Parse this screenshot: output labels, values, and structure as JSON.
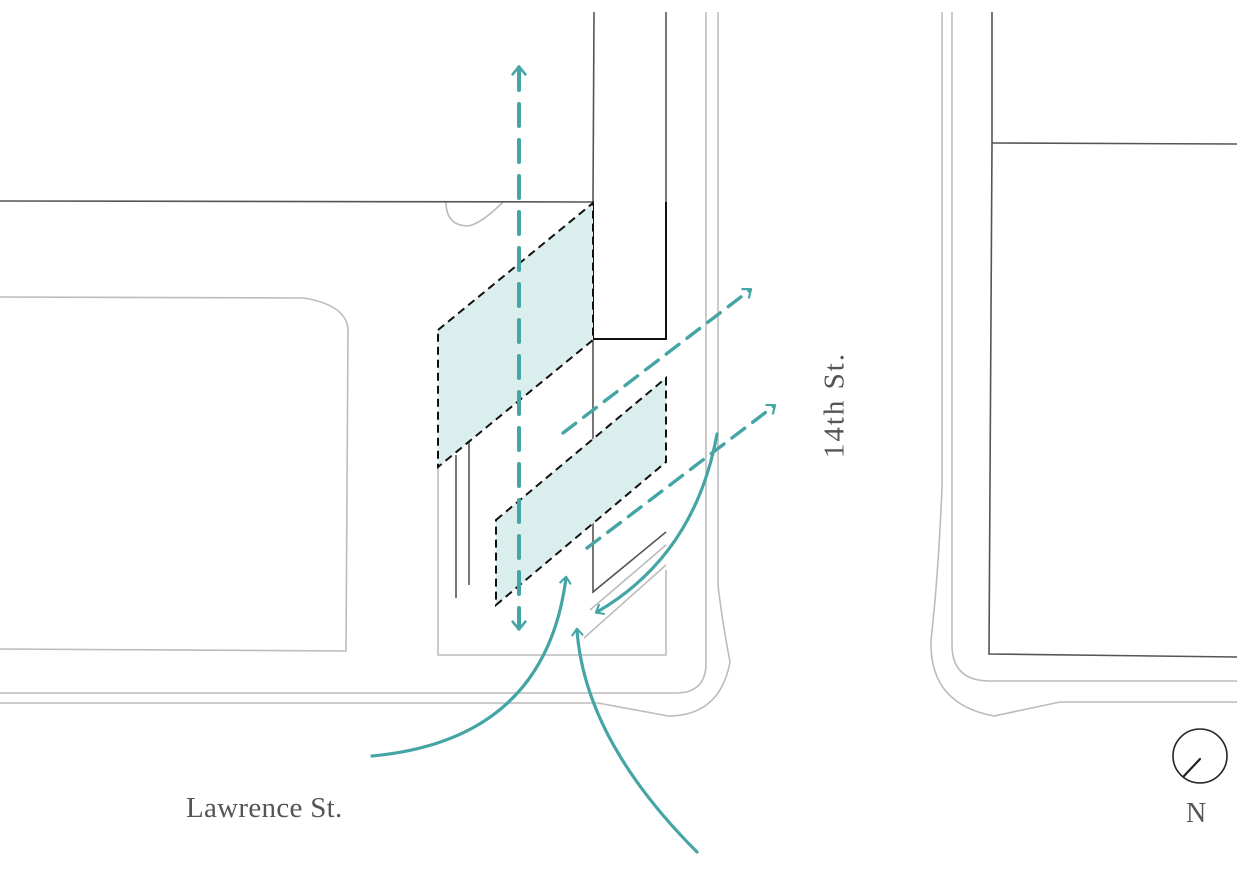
{
  "streets": {
    "lawrence": "Lawrence St.",
    "fourteenth": "14th  St."
  },
  "north_arrow": {
    "label": "N"
  },
  "colors": {
    "circulation": "#45a5a5",
    "site_fill": "#dbeeee",
    "outline": "#555555",
    "curb": "#bbbbbb"
  }
}
